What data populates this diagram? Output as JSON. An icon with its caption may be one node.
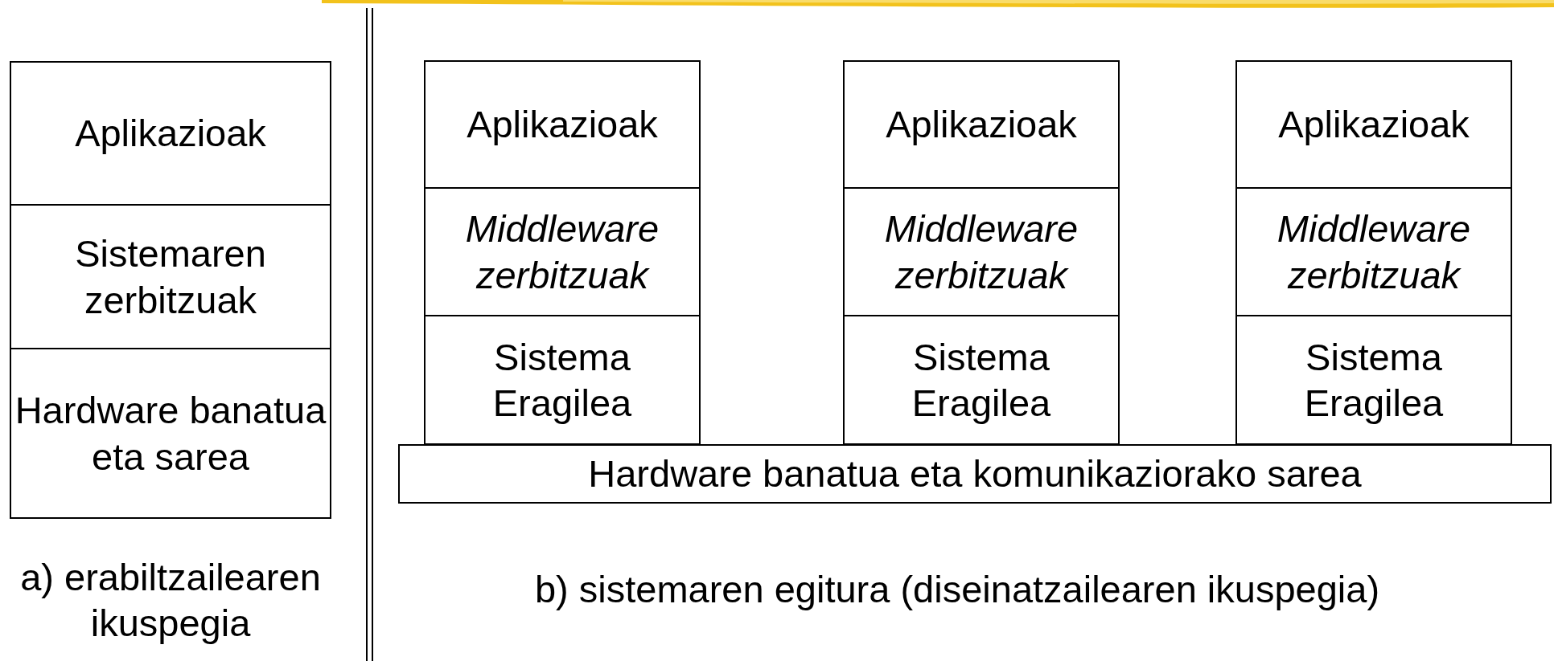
{
  "diagram": {
    "nodes": [
      {
        "text": [
          "Aplikazioak"
        ]
      },
      {
        "text": [
          "Sistemaren zerbitzuak"
        ]
      },
      {
        "text": [
          "Hardware banatua eta sarea"
        ]
      },
      {
        "text": [
          "Aplikazioak"
        ]
      },
      {
        "text": [
          "Middleware zerbitzuak"
        ]
      },
      {
        "text": [
          "Sistema Eragilea"
        ]
      },
      {
        "text": [
          "Aplikazioak"
        ]
      },
      {
        "text": [
          "Middleware zerbitzuak"
        ]
      },
      {
        "text": [
          "Sistema Eragilea"
        ]
      },
      {
        "text": [
          "Aplikazioak"
        ]
      },
      {
        "text": [
          "Middleware zerbitzuak"
        ]
      },
      {
        "text": [
          "Sistema Eragilea"
        ]
      },
      {
        "text": [
          "Hardware banatua eta komunikaziorako sarea"
        ]
      }
    ],
    "labels": [
      "a) erabiltzailearen ikuspegia",
      "b) sistemaren egitura (diseinatzailearen ikuspegia)"
    ]
  }
}
